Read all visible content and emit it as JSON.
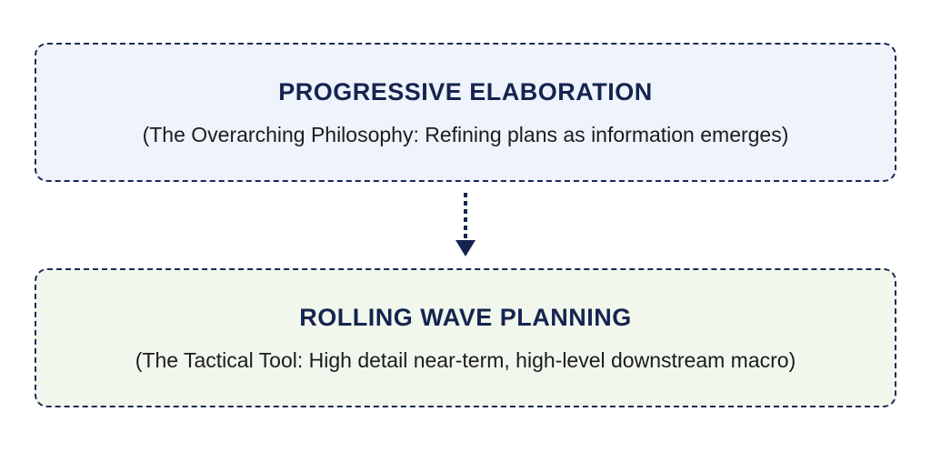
{
  "diagram": {
    "top_box": {
      "title": "PROGRESSIVE ELABORATION",
      "subtitle": "(The Overarching Philosophy: Refining plans as information emerges)"
    },
    "bottom_box": {
      "title": "ROLLING WAVE PLANNING",
      "subtitle": "(The Tactical Tool: High detail near-term, high-level downstream macro)"
    },
    "connector": {
      "direction": "down",
      "color": "#15244f"
    }
  }
}
